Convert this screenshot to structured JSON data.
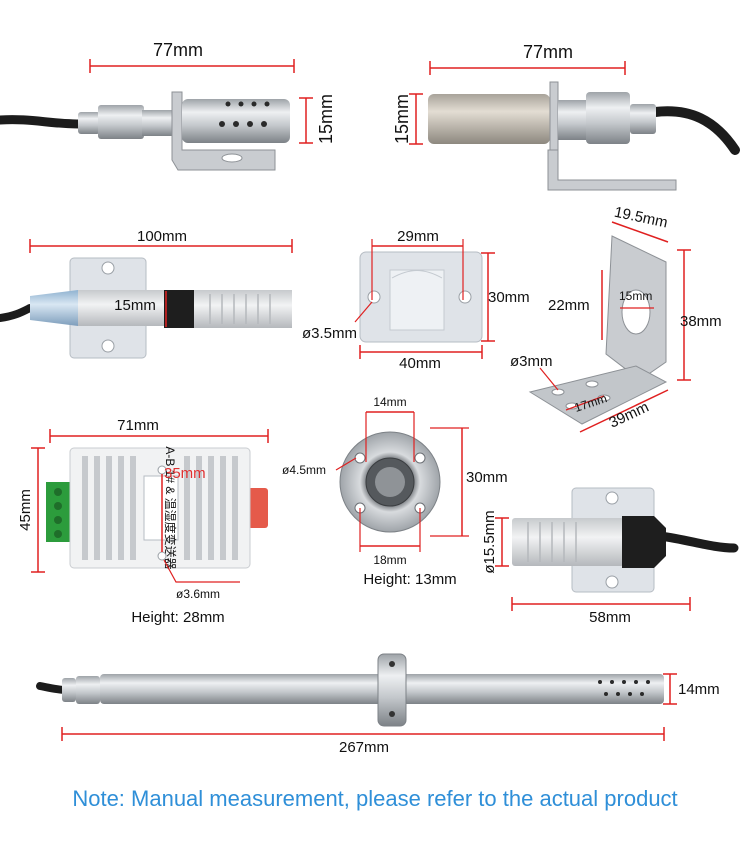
{
  "colors": {
    "dimension_line": "#e02020",
    "note_text": "#2f8fd8",
    "steel": "#c9ccd0",
    "plastic": "#e7e8ea",
    "mount": "#dfe3e8",
    "terminal": "#2c9c3c",
    "cable": "#1c1c1c"
  },
  "probe_stainless_short": {
    "length": "77mm",
    "diameter": "15mm"
  },
  "probe_sintered": {
    "length": "77mm",
    "diameter": "15mm"
  },
  "probe_plastic_mount": {
    "length": "100mm",
    "diameter": "15mm"
  },
  "mount_plate": {
    "hole_spacing": "29mm",
    "height": "30mm",
    "width": "40mm",
    "hole_diameter": "ø3.5mm"
  },
  "l_bracket": {
    "top_width": "19.5mm",
    "inner_height": "22mm",
    "hole": "15mm",
    "height": "38mm",
    "hole_small": "ø3mm",
    "hole_spacing": "17mm",
    "width": "39mm"
  },
  "transmitter_box": {
    "width": "71mm",
    "hole_spacing": "35mm",
    "height": "45mm",
    "hole_diameter": "ø3.6mm",
    "depth": "Height: 28mm",
    "box_label": "A-B 1# & 温湿度变送器"
  },
  "flange": {
    "inner_diameter": "14mm",
    "hole_diameter": "ø4.5mm",
    "outer_diameter": "30mm",
    "hole_spacing": "18mm",
    "depth": "Height: 13mm"
  },
  "probe_gland": {
    "diameter": "ø15.5mm",
    "length": "58mm"
  },
  "probe_long": {
    "diameter": "14mm",
    "length": "267mm"
  },
  "note": "Note: Manual measurement, please refer to the actual product"
}
